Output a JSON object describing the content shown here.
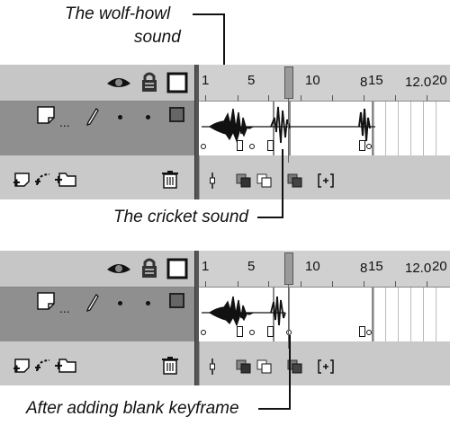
{
  "callouts": {
    "wolf": [
      "The wolf-howl",
      "sound"
    ],
    "cricket": "The cricket sound",
    "blank": "After adding blank keyframe"
  },
  "ruler": {
    "labels": [
      "1",
      "5",
      "10",
      "15",
      "20"
    ]
  },
  "footer": {
    "frame": "8",
    "fps": "12.0"
  },
  "colors": {
    "layer_bg": "#8f8f8f",
    "panel_bg": "#c9c9c9",
    "waveform": "#111111"
  },
  "icons": [
    "eye-icon",
    "lock-icon",
    "outline-icon",
    "layer-page-icon",
    "pencil-icon",
    "add-layer-icon",
    "add-guide-icon",
    "add-folder-icon",
    "trash-icon",
    "center-frame-icon",
    "onion-skin-icon",
    "onion-outline-icon",
    "edit-multiple-icon",
    "onion-markers-icon"
  ]
}
